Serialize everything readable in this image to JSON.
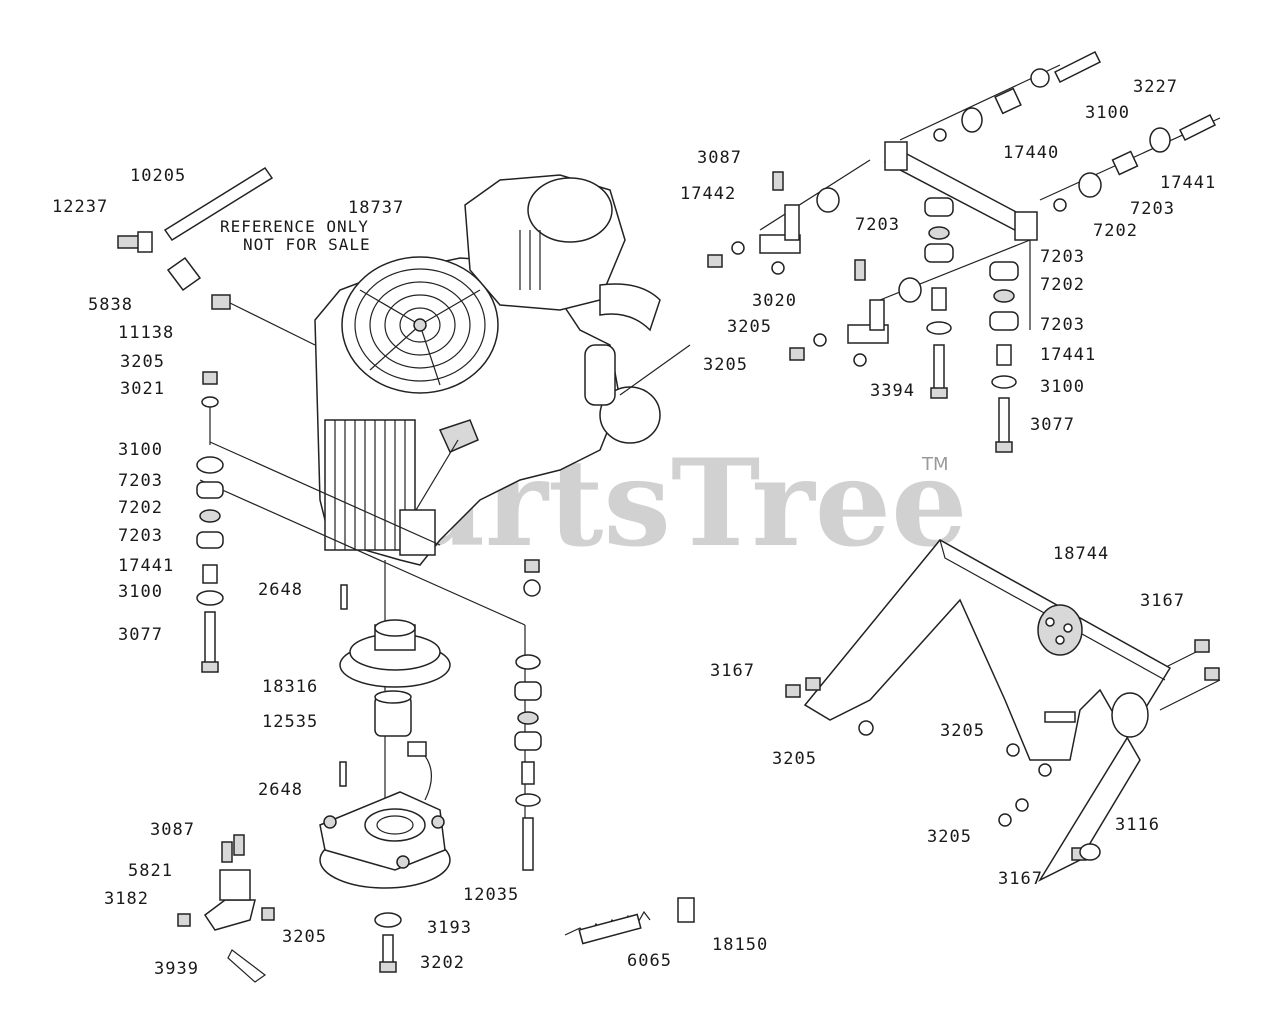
{
  "watermark": "PartsTree",
  "trademark": "TM",
  "note": {
    "line1": "REFERENCE ONLY",
    "line2": "NOT FOR SALE"
  },
  "callouts": [
    {
      "id": "c10205",
      "text": "10205"
    },
    {
      "id": "c12237",
      "text": "12237"
    },
    {
      "id": "c18737",
      "text": "18737"
    },
    {
      "id": "c5838",
      "text": "5838"
    },
    {
      "id": "c11138",
      "text": "11138"
    },
    {
      "id": "c3205a",
      "text": "3205"
    },
    {
      "id": "c3021",
      "text": "3021"
    },
    {
      "id": "c3205b",
      "text": "3205"
    },
    {
      "id": "c3100a",
      "text": "3100"
    },
    {
      "id": "c7203a",
      "text": "7203"
    },
    {
      "id": "c7202a",
      "text": "7202"
    },
    {
      "id": "c7203b",
      "text": "7203"
    },
    {
      "id": "c17441a",
      "text": "17441"
    },
    {
      "id": "c3100b",
      "text": "3100"
    },
    {
      "id": "c3077a",
      "text": "3077"
    },
    {
      "id": "c2648a",
      "text": "2648"
    },
    {
      "id": "c18316",
      "text": "18316"
    },
    {
      "id": "c12535",
      "text": "12535"
    },
    {
      "id": "c2648b",
      "text": "2648"
    },
    {
      "id": "c12035",
      "text": "12035"
    },
    {
      "id": "c3087a",
      "text": "3087"
    },
    {
      "id": "c5821",
      "text": "5821"
    },
    {
      "id": "c3182",
      "text": "3182"
    },
    {
      "id": "c3205c",
      "text": "3205"
    },
    {
      "id": "c3193",
      "text": "3193"
    },
    {
      "id": "c3939",
      "text": "3939"
    },
    {
      "id": "c3202",
      "text": "3202"
    },
    {
      "id": "c6065",
      "text": "6065"
    },
    {
      "id": "c18150",
      "text": "18150"
    },
    {
      "id": "c3087b",
      "text": "3087"
    },
    {
      "id": "c17442",
      "text": "17442"
    },
    {
      "id": "c7203c",
      "text": "7203"
    },
    {
      "id": "c17440",
      "text": "17440"
    },
    {
      "id": "c3227",
      "text": "3227"
    },
    {
      "id": "c3100c",
      "text": "3100"
    },
    {
      "id": "c17441b",
      "text": "17441"
    },
    {
      "id": "c7203d",
      "text": "7203"
    },
    {
      "id": "c7202b",
      "text": "7202"
    },
    {
      "id": "c7203e",
      "text": "7203"
    },
    {
      "id": "c7202c",
      "text": "7202"
    },
    {
      "id": "c7203f",
      "text": "7203"
    },
    {
      "id": "c3020",
      "text": "3020"
    },
    {
      "id": "c3205d",
      "text": "3205"
    },
    {
      "id": "c17441c",
      "text": "17441"
    },
    {
      "id": "c3394",
      "text": "3394"
    },
    {
      "id": "c3100d",
      "text": "3100"
    },
    {
      "id": "c3077b",
      "text": "3077"
    },
    {
      "id": "c18744",
      "text": "18744"
    },
    {
      "id": "c3167a",
      "text": "3167"
    },
    {
      "id": "c3167b",
      "text": "3167"
    },
    {
      "id": "c3205e",
      "text": "3205"
    },
    {
      "id": "c3205f",
      "text": "3205"
    },
    {
      "id": "c3205g",
      "text": "3205"
    },
    {
      "id": "c3116",
      "text": "3116"
    },
    {
      "id": "c3167c",
      "text": "3167"
    }
  ]
}
